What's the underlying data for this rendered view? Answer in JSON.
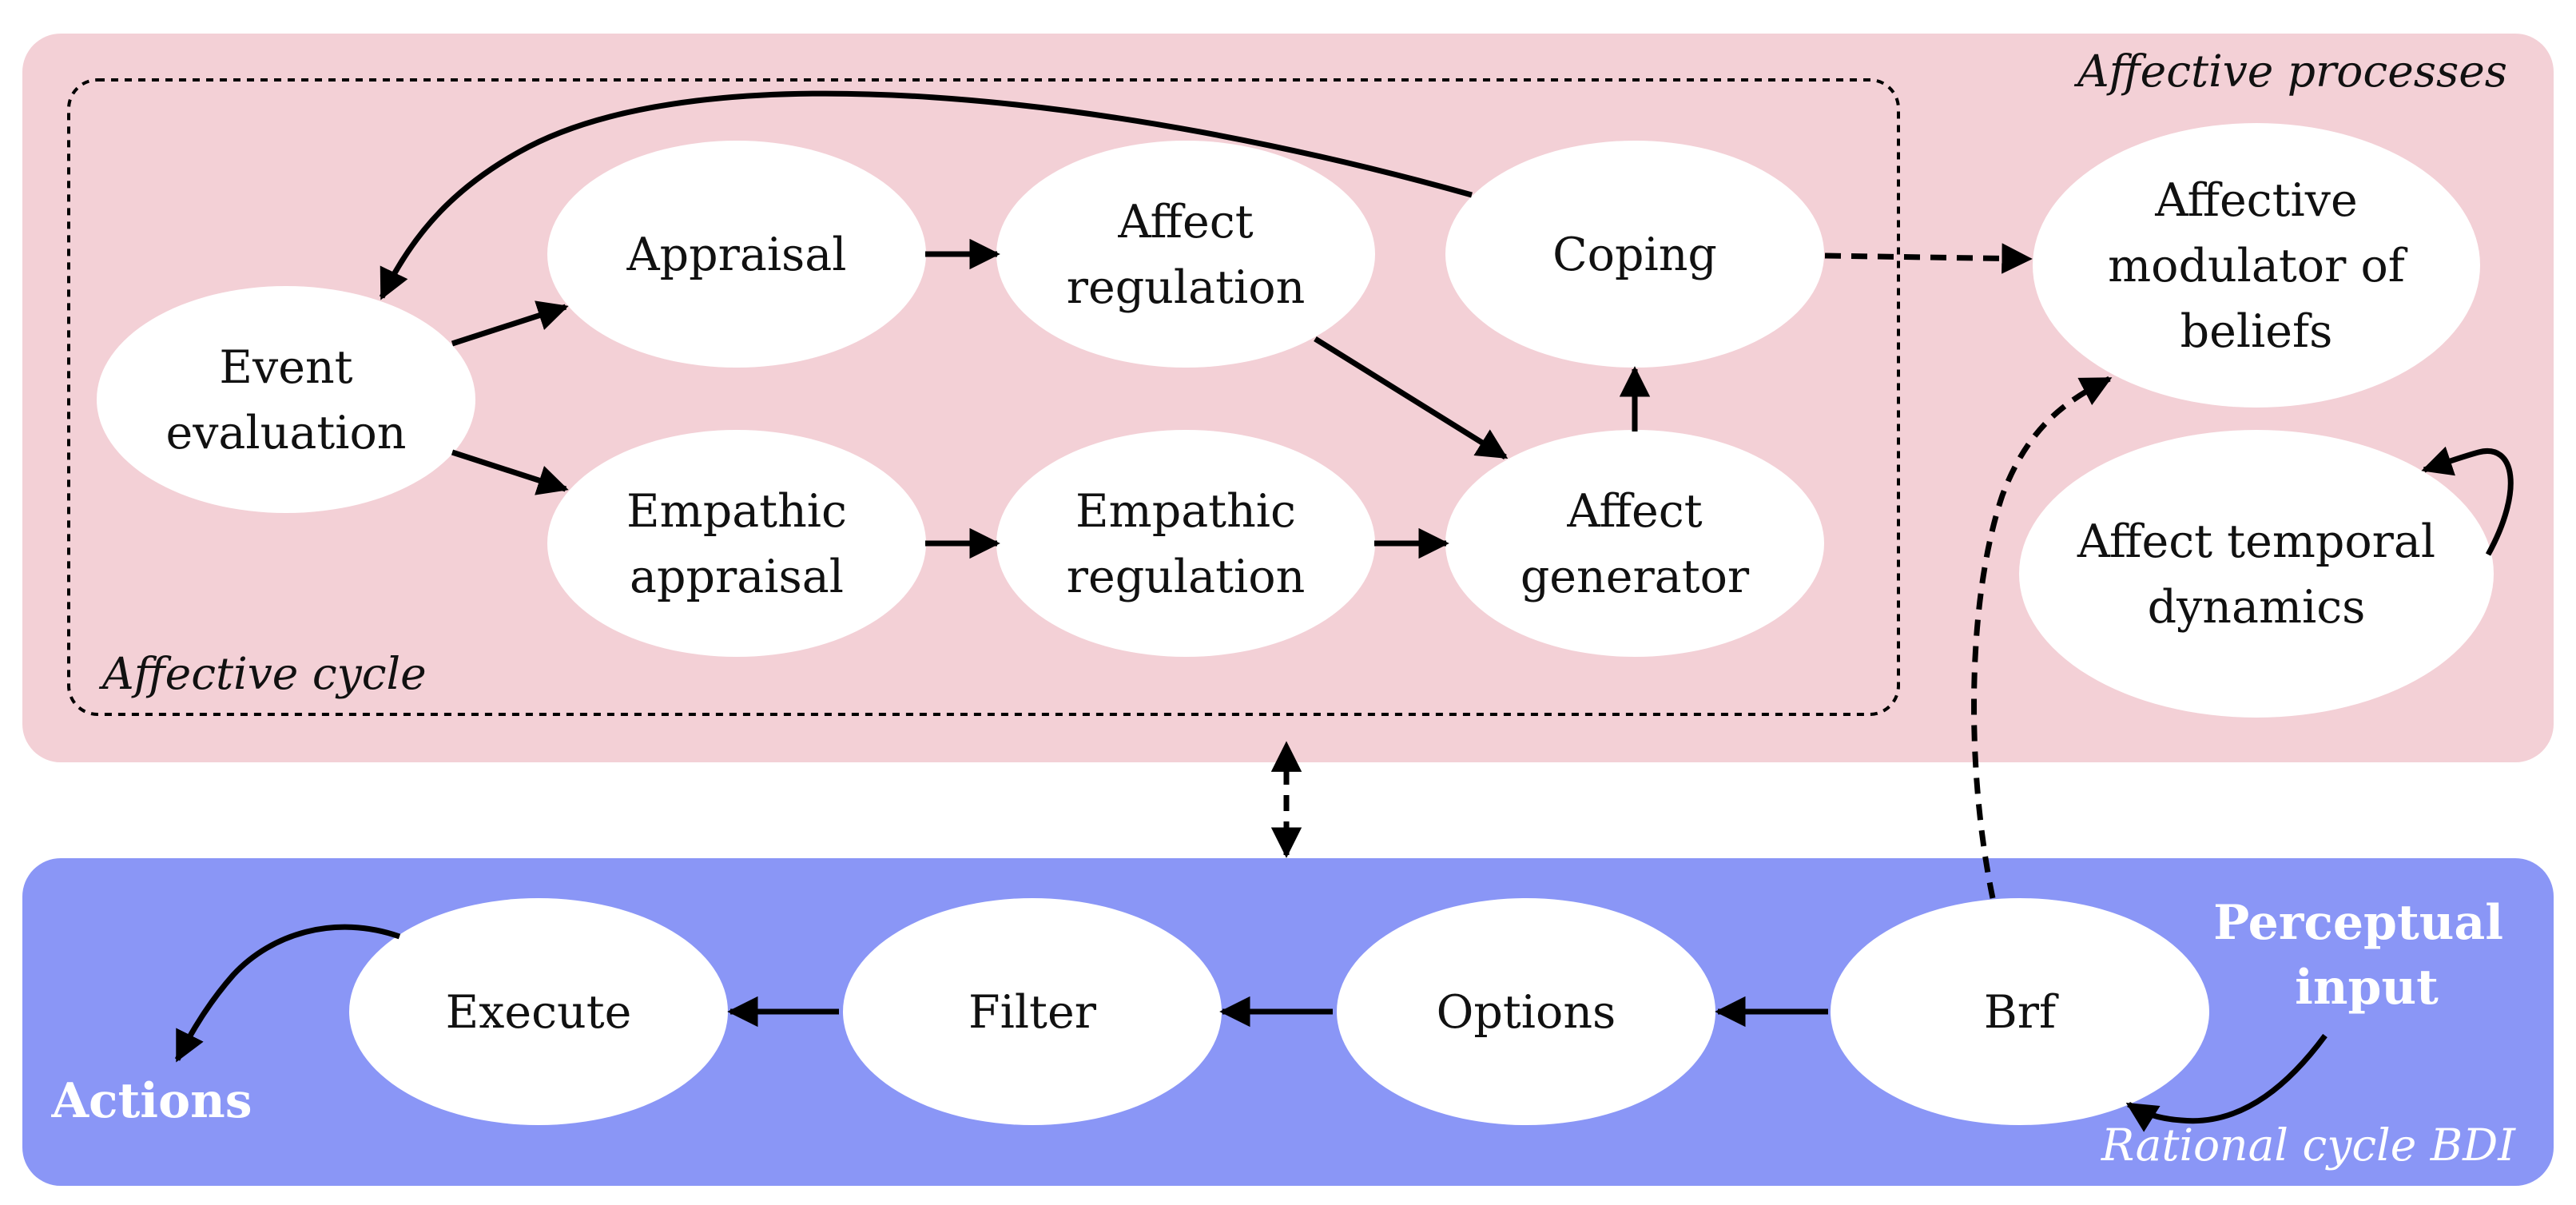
{
  "colors": {
    "affective_region": "#f3d0d6",
    "rational_region": "#8a96f6",
    "node_fill": "#ffffff",
    "edge": "#000000",
    "rational_label": "#ffffff"
  },
  "regions": {
    "affective_processes": "Affective processes",
    "affective_cycle": "Affective cycle",
    "rational_cycle": "Rational cycle BDI"
  },
  "nodes": {
    "event_evaluation": [
      "Event",
      "evaluation"
    ],
    "appraisal": [
      "Appraisal"
    ],
    "affect_regulation": [
      "Affect",
      "regulation"
    ],
    "coping": [
      "Coping"
    ],
    "empathic_appraisal": [
      "Empathic",
      "appraisal"
    ],
    "empathic_regulation": [
      "Empathic",
      "regulation"
    ],
    "affect_generator": [
      "Affect",
      "generator"
    ],
    "affective_modulator": [
      "Affective",
      "modulator of",
      "beliefs"
    ],
    "affect_temporal_dynamics": [
      "Affect temporal",
      "dynamics"
    ],
    "execute": [
      "Execute"
    ],
    "filter": [
      "Filter"
    ],
    "options": [
      "Options"
    ],
    "brf": [
      "Brf"
    ]
  },
  "labels": {
    "perceptual_input": [
      "Perceptual",
      "input"
    ],
    "actions": "Actions"
  }
}
